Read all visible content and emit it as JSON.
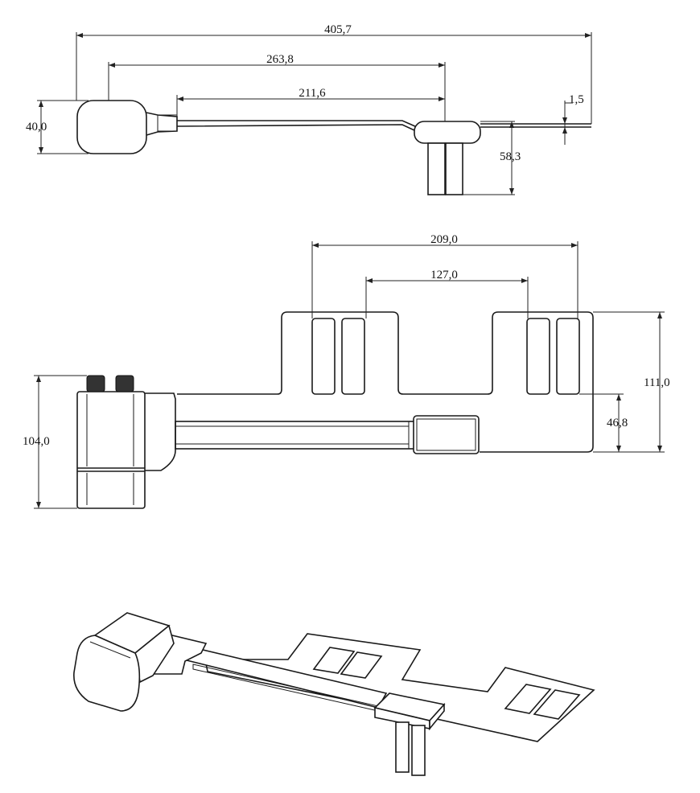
{
  "views": {
    "side": {
      "dimensions": {
        "overall_length": "405,7",
        "length_2": "263,8",
        "length_3": "211,6",
        "thickness": "1,5",
        "housing_height": "40,0",
        "nozzle_height": "58,3"
      }
    },
    "top": {
      "dimensions": {
        "outer_span": "209,0",
        "inner_span": "127,0",
        "plate_width": "111,0",
        "offset": "46,8",
        "housing_width": "104,0"
      }
    }
  },
  "colors": {
    "line": "#1a1a1a",
    "background": "#ffffff"
  }
}
